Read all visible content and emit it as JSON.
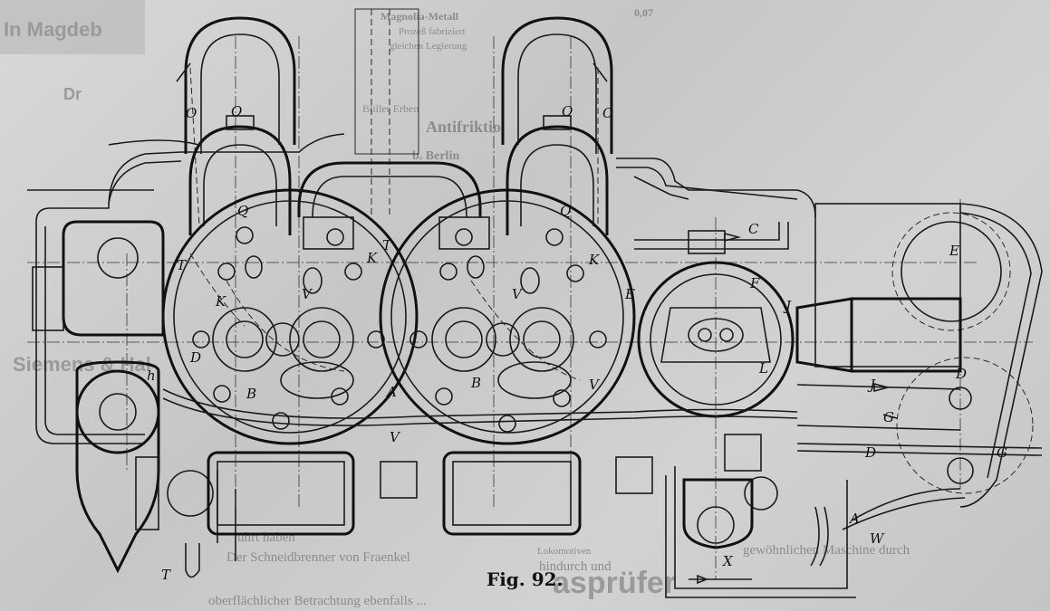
{
  "figure": {
    "caption": "Fig. 92."
  },
  "labels": {
    "O": "O",
    "Q": "Q",
    "T": "T",
    "K": "K",
    "V": "V",
    "B": "B",
    "A": "A",
    "D": "D",
    "C": "C",
    "E": "E",
    "F": "F",
    "J": "J",
    "L": "L",
    "G": "G",
    "H": "h",
    "W": "W",
    "X": "X",
    "Eclass": "E"
  },
  "background_text": {
    "top_left": "In Magdeb",
    "top_center_1": "Magnolia-Metall",
    "top_center_2": "Prozeß fabriziert",
    "top_center_3": "gleichen Legierung",
    "top_center_4": "Antifriktio",
    "top_center_5": "b. Berlin",
    "top_center_6": "Bliller Erben",
    "left_sign": "Siemens & Hal",
    "body_1": "Der Schneidbrenner von Fraenkel",
    "body_2": "hindurch und",
    "body_3": "uhrt haben",
    "body_4": "oberflächlicher Betrachtung ebenfalls ...",
    "body_5": "asprüfer",
    "body_6": "Lokomotiven",
    "body_7": "gewöhnlichen Maschine durch",
    "top_right": "0,07",
    "left_word": "Dr"
  }
}
